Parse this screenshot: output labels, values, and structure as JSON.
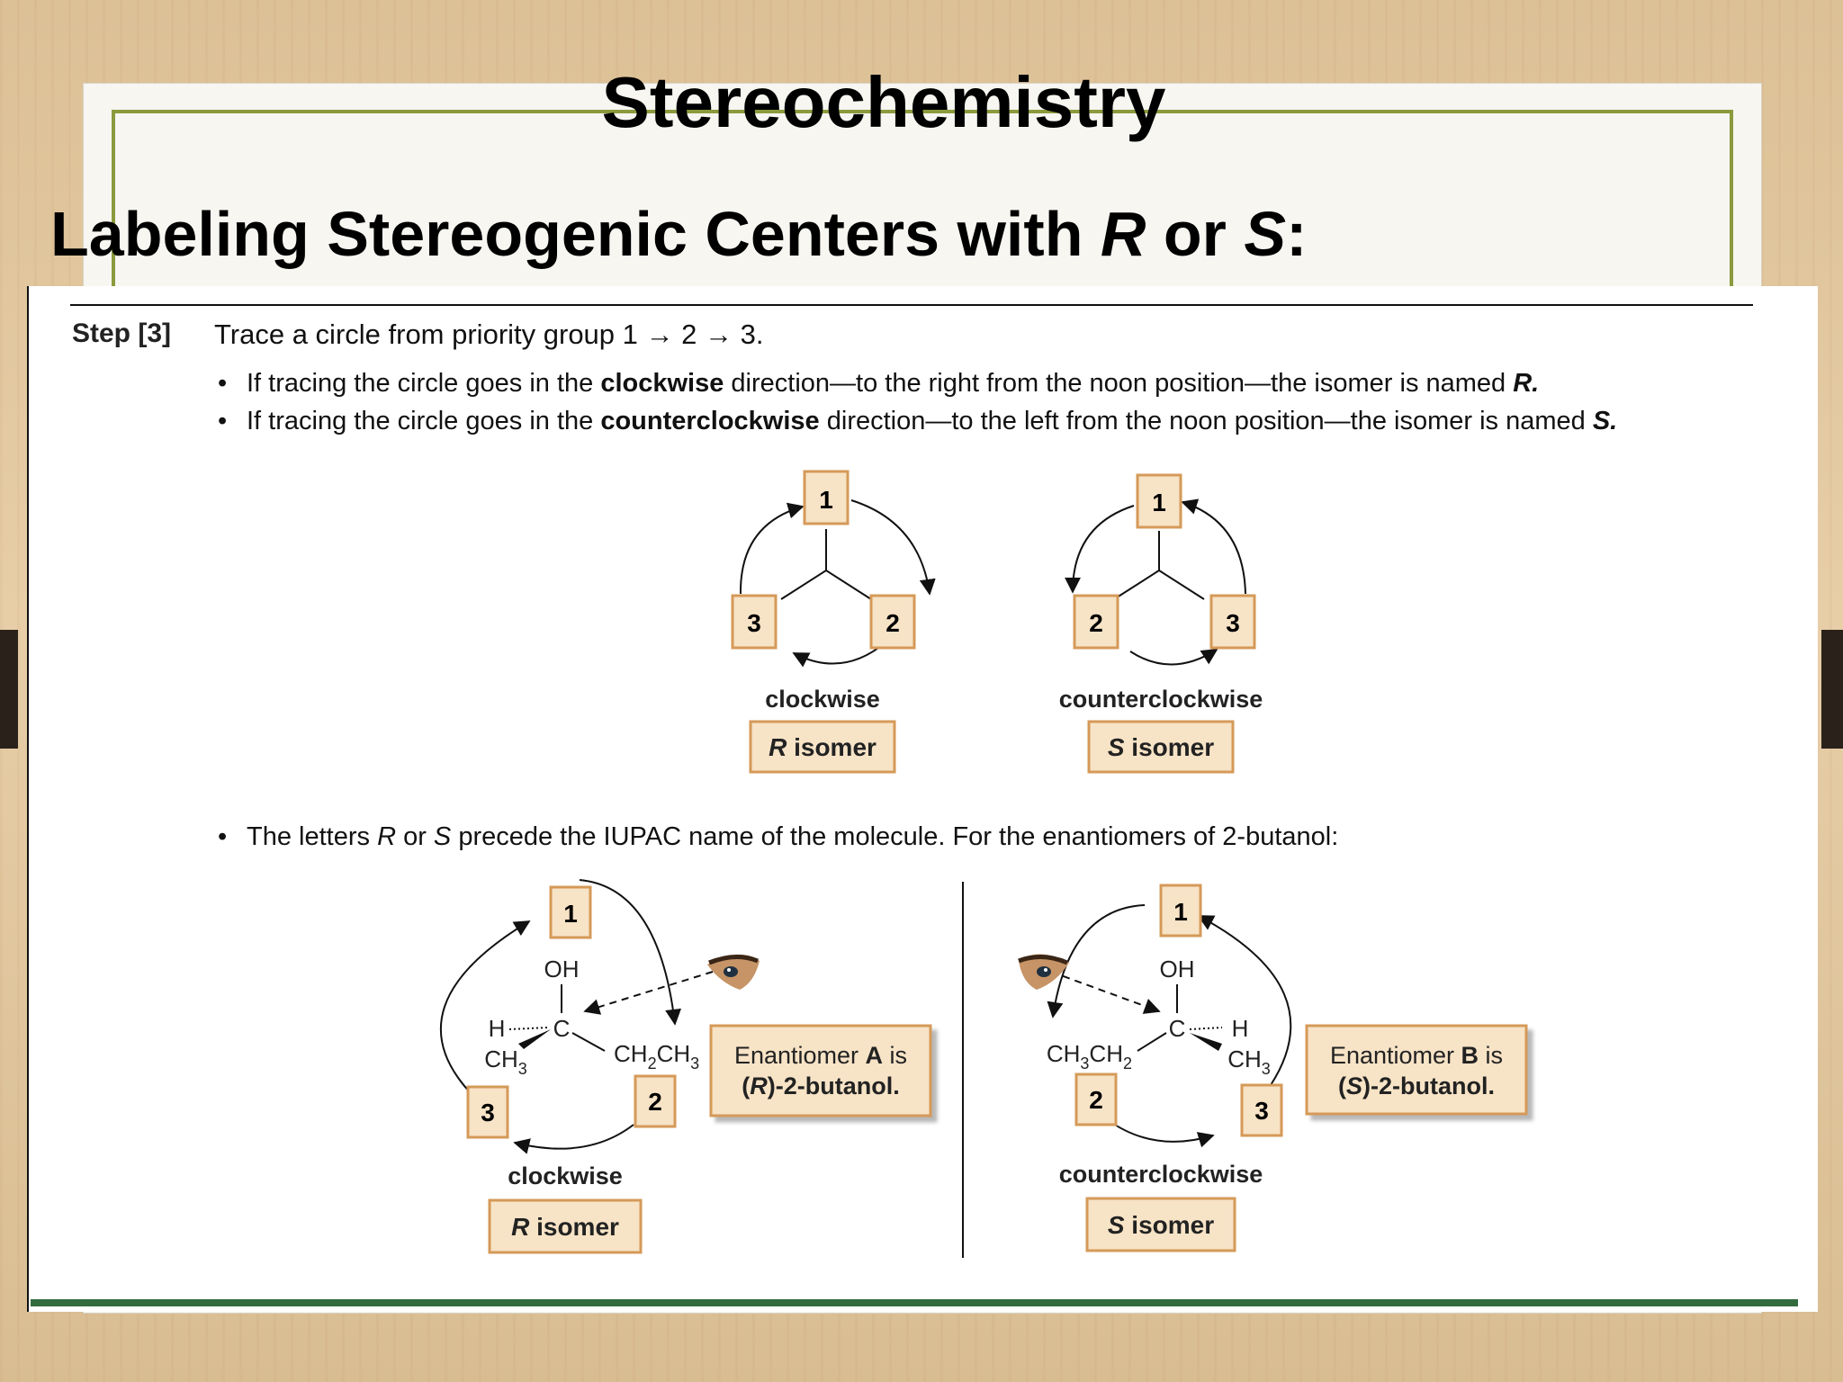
{
  "slide": {
    "title": "Stereochemistry",
    "subtitle_pre": "Labeling Stereogenic Centers with ",
    "subtitle_r": "R",
    "subtitle_mid": " or ",
    "subtitle_s": "S",
    "subtitle_end": ":"
  },
  "step": {
    "label": "Step [3]",
    "text": "Trace a circle from priority group 1 → 2 → 3."
  },
  "bullets": {
    "bullet_char": "•",
    "b1_pre": "If tracing the circle goes in the ",
    "b1_bold": "clockwise",
    "b1_post": " direction—to the right from the noon position—the isomer is named ",
    "b1_end": "R.",
    "b2_pre": "If tracing the circle goes in the ",
    "b2_bold": "counterclockwise",
    "b2_post": " direction—to the left from the noon position—the isomer is named ",
    "b2_end": "S.",
    "b3_pre": "The letters ",
    "b3_r": "R",
    "b3_mid": " or ",
    "b3_s": "S",
    "b3_post": " precede the IUPAC name of the molecule. For the enantiomers of 2-butanol:"
  },
  "diagrams": {
    "top_left": {
      "p1": "1",
      "p2": "2",
      "p3": "3",
      "direction": "clockwise",
      "isomer_letter": "R",
      "isomer_word": " isomer"
    },
    "top_right": {
      "p1": "1",
      "p2": "2",
      "p3": "3",
      "direction": "counterclockwise",
      "isomer_letter": "S",
      "isomer_word": " isomer"
    },
    "bottom_left": {
      "p1": "1",
      "p2": "2",
      "p3": "3",
      "oh": "OH",
      "c": "C",
      "h": "H",
      "ch3": "CH",
      "ch3_sub": "3",
      "ch2ch3_a": "CH",
      "ch2ch3_sub1": "2",
      "ch2ch3_b": "CH",
      "ch2ch3_sub2": "3",
      "direction": "clockwise",
      "isomer_letter": "R",
      "isomer_word": " isomer",
      "callout_pre": "Enantiomer ",
      "callout_bold": "A",
      "callout_post": " is",
      "callout_line2_open": "(",
      "callout_line2_letter": "R",
      "callout_line2_rest": ")-2-butanol."
    },
    "bottom_right": {
      "p1": "1",
      "p2": "2",
      "p3": "3",
      "oh": "OH",
      "c": "C",
      "h": "H",
      "ch3": "CH",
      "ch3_sub": "3",
      "ch2ch3_a": "CH",
      "ch2ch3_sub1": "3",
      "ch2ch3_b": "CH",
      "ch2ch3_sub2": "2",
      "direction": "counterclockwise",
      "isomer_letter": "S",
      "isomer_word": " isomer",
      "callout_pre": "Enantiomer ",
      "callout_bold": "B",
      "callout_post": " is",
      "callout_line2_open": "(",
      "callout_line2_letter": "S",
      "callout_line2_rest": ")-2-butanol."
    }
  },
  "colors": {
    "box_fill": "#f7e3c6",
    "box_stroke": "#d59a58",
    "frame_green": "#8a9a3c",
    "rule_green": "#336b3f"
  }
}
